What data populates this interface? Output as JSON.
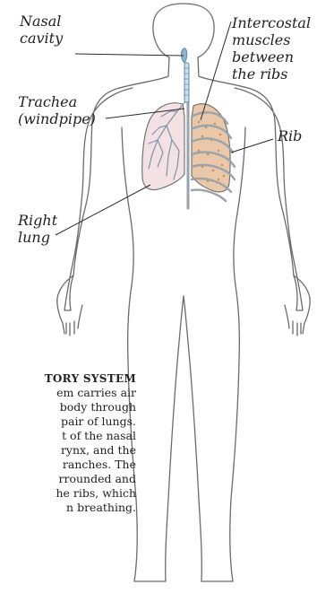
{
  "figure": {
    "background": "#ffffff",
    "colors": {
      "outline": "#6b6b6b",
      "leader_line": "#2b2b2b",
      "airway": "#8fb4cc",
      "left_lung_fill": "#e9c7a8",
      "left_lung_dots": "#b98a5c",
      "right_lung_fill": "#f3e1e4",
      "bronchi": "#7e94a8",
      "ribs": "#9aa3aa"
    },
    "labels": {
      "nasal_cavity": [
        "Nasal",
        "cavity"
      ],
      "trachea": [
        "Trachea",
        "(windpipe)"
      ],
      "right_lung": [
        "Right",
        "lung"
      ],
      "intercostal": [
        "Intercostal",
        "muscles",
        "between",
        "the ribs"
      ],
      "rib": [
        "Rib"
      ]
    },
    "caption": {
      "title": "TORY SYSTEM",
      "lines": [
        "em carries air",
        "body through",
        "pair of lungs.",
        "t of the nasal",
        "rynx, and the",
        "ranches. The",
        "rrounded and",
        "he ribs, which",
        "n breathing."
      ]
    }
  }
}
